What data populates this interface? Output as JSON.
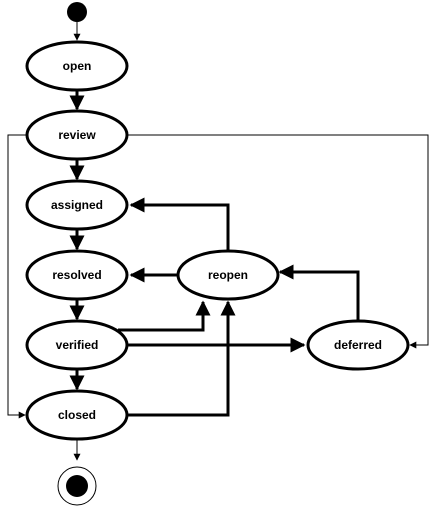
{
  "states": {
    "open": "open",
    "review": "review",
    "assigned": "assigned",
    "resolved": "resolved",
    "reopen": "reopen",
    "verified": "verified",
    "deferred": "deferred",
    "closed": "closed"
  },
  "colors": {
    "stroke": "#000000",
    "fill": "#ffffff"
  }
}
